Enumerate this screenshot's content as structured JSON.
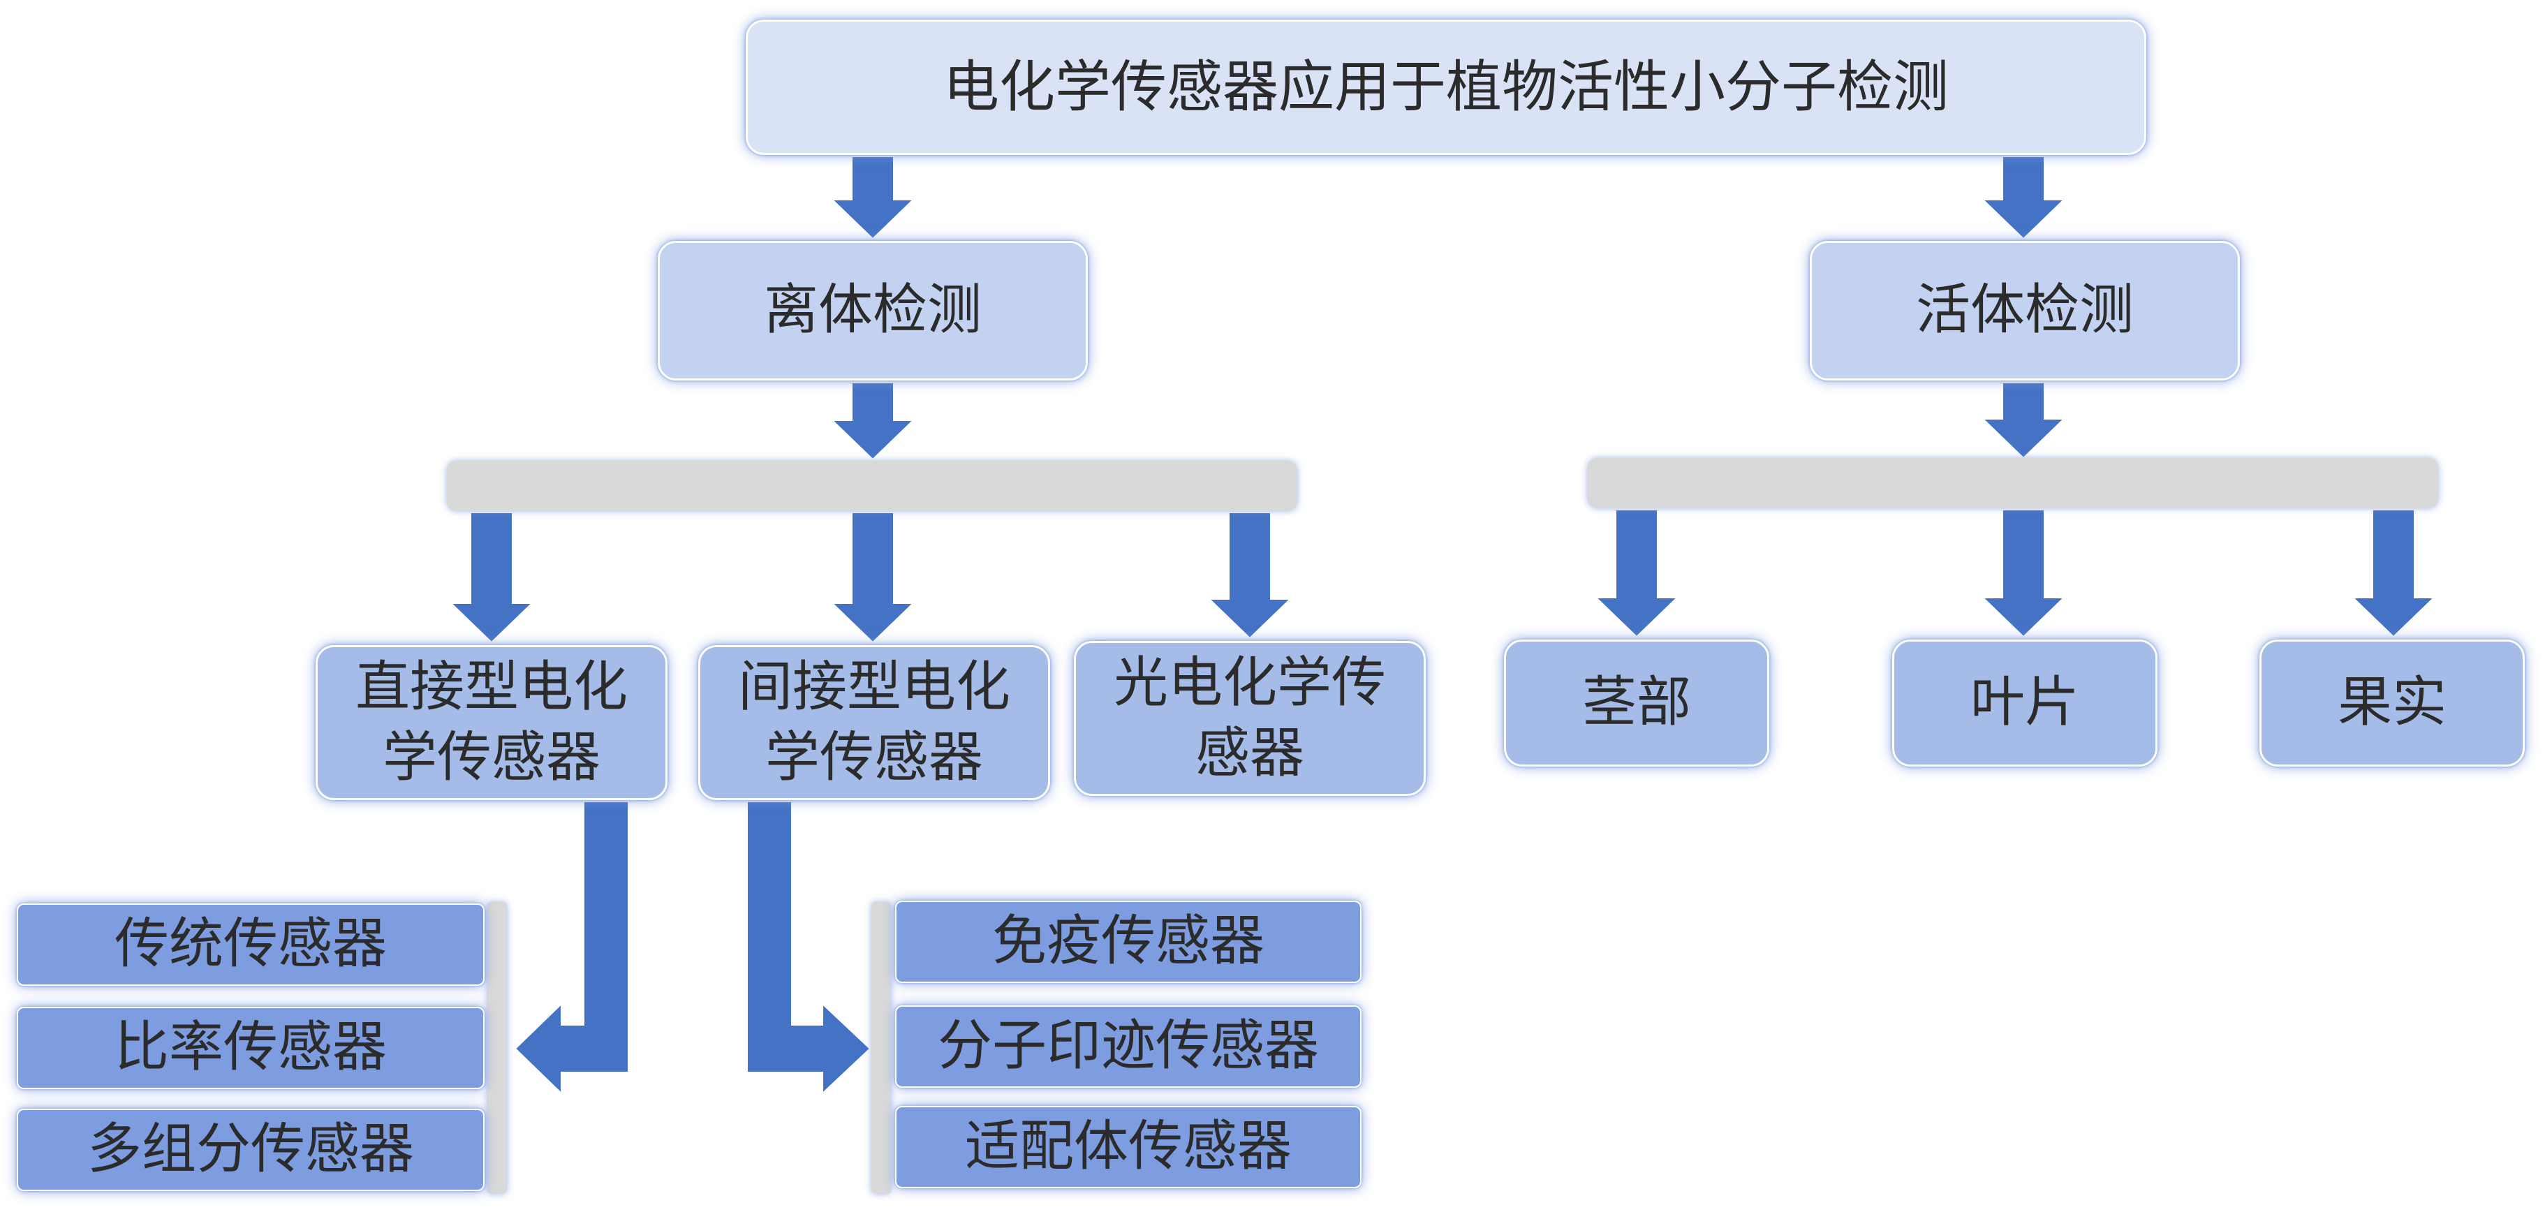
{
  "colors": {
    "arrow": "#4472c4",
    "root_fill": "#dae2f5",
    "level1_fill": "#c3d2f0",
    "level2_fill": "#a5bce8",
    "leaf_fill": "#7d9de0",
    "bar_fill": "#d9d9d9"
  },
  "root": {
    "label": "电化学传感器应用于植物活性小分子检测"
  },
  "branches": {
    "invitro": {
      "label": "离体检测",
      "children": {
        "direct": {
          "label": "直接型电化学传感器",
          "items": [
            "传统传感器",
            "比率传感器",
            "多组分传感器"
          ]
        },
        "indirect": {
          "label": "间接型电化学传感器",
          "items": [
            "免疫传感器",
            "分子印迹传感器",
            "适配体传感器"
          ]
        },
        "photo": {
          "label": "光电化学传感器"
        }
      }
    },
    "invivo": {
      "label": "活体检测",
      "children": [
        "茎部",
        "叶片",
        "果实"
      ]
    }
  }
}
